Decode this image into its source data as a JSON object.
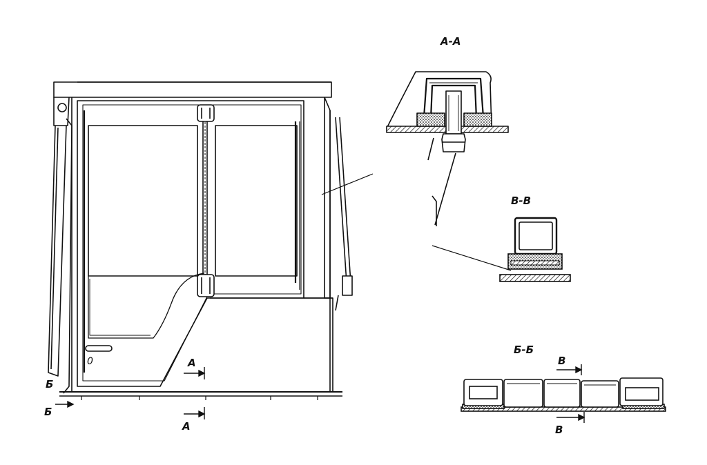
{
  "labels": {
    "section_aa_title": "А-А",
    "section_vv_title": "В-В",
    "section_bb_title": "Б-Б",
    "cut_a_upper": "А",
    "cut_a_lower": "А",
    "cut_b_upper": "Б",
    "cut_b_lower": "Б",
    "cut_v_upper": "В",
    "cut_v_lower": "В",
    "handle_mark": "0"
  }
}
